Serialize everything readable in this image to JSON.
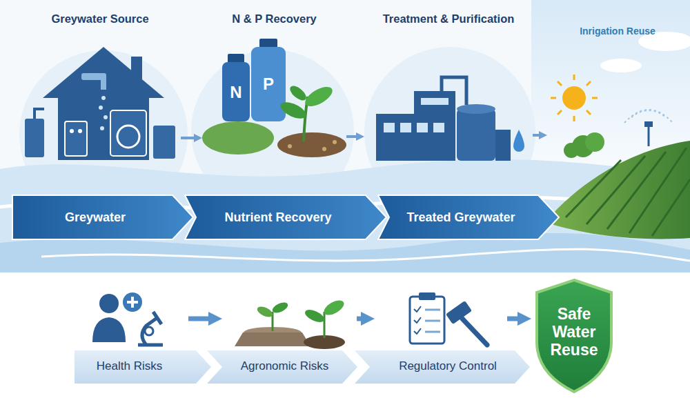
{
  "diagram": {
    "nodes": [
      {
        "text": [
          "Greywater Source"
        ]
      },
      {
        "text": [
          "N & P Recovery"
        ]
      },
      {
        "text": [
          "Treatment & Purification"
        ]
      },
      {
        "text": [
          "Inrigation Reuse"
        ]
      },
      {
        "text": [
          "Greywater"
        ]
      },
      {
        "text": [
          "Nutrient Recovery"
        ]
      },
      {
        "text": [
          "Treated Greywater"
        ]
      },
      {
        "text": [
          "Health Risks"
        ]
      },
      {
        "text": [
          "Agronomic Risks"
        ]
      },
      {
        "text": [
          "Regulatory Control"
        ]
      },
      {
        "text": [
          "Safe Water Reuse"
        ]
      }
    ],
    "edges": [
      {
        "from": 0,
        "to": 1,
        "arrow": "to"
      },
      {
        "from": 1,
        "to": 2,
        "arrow": "to"
      },
      {
        "from": 2,
        "to": 3,
        "arrow": "to"
      },
      {
        "from": 7,
        "to": 8,
        "arrow": "to"
      },
      {
        "from": 8,
        "to": 9,
        "arrow": "to"
      },
      {
        "from": 9,
        "to": 10,
        "arrow": "to"
      }
    ],
    "labels": [
      "N",
      "P"
    ]
  }
}
